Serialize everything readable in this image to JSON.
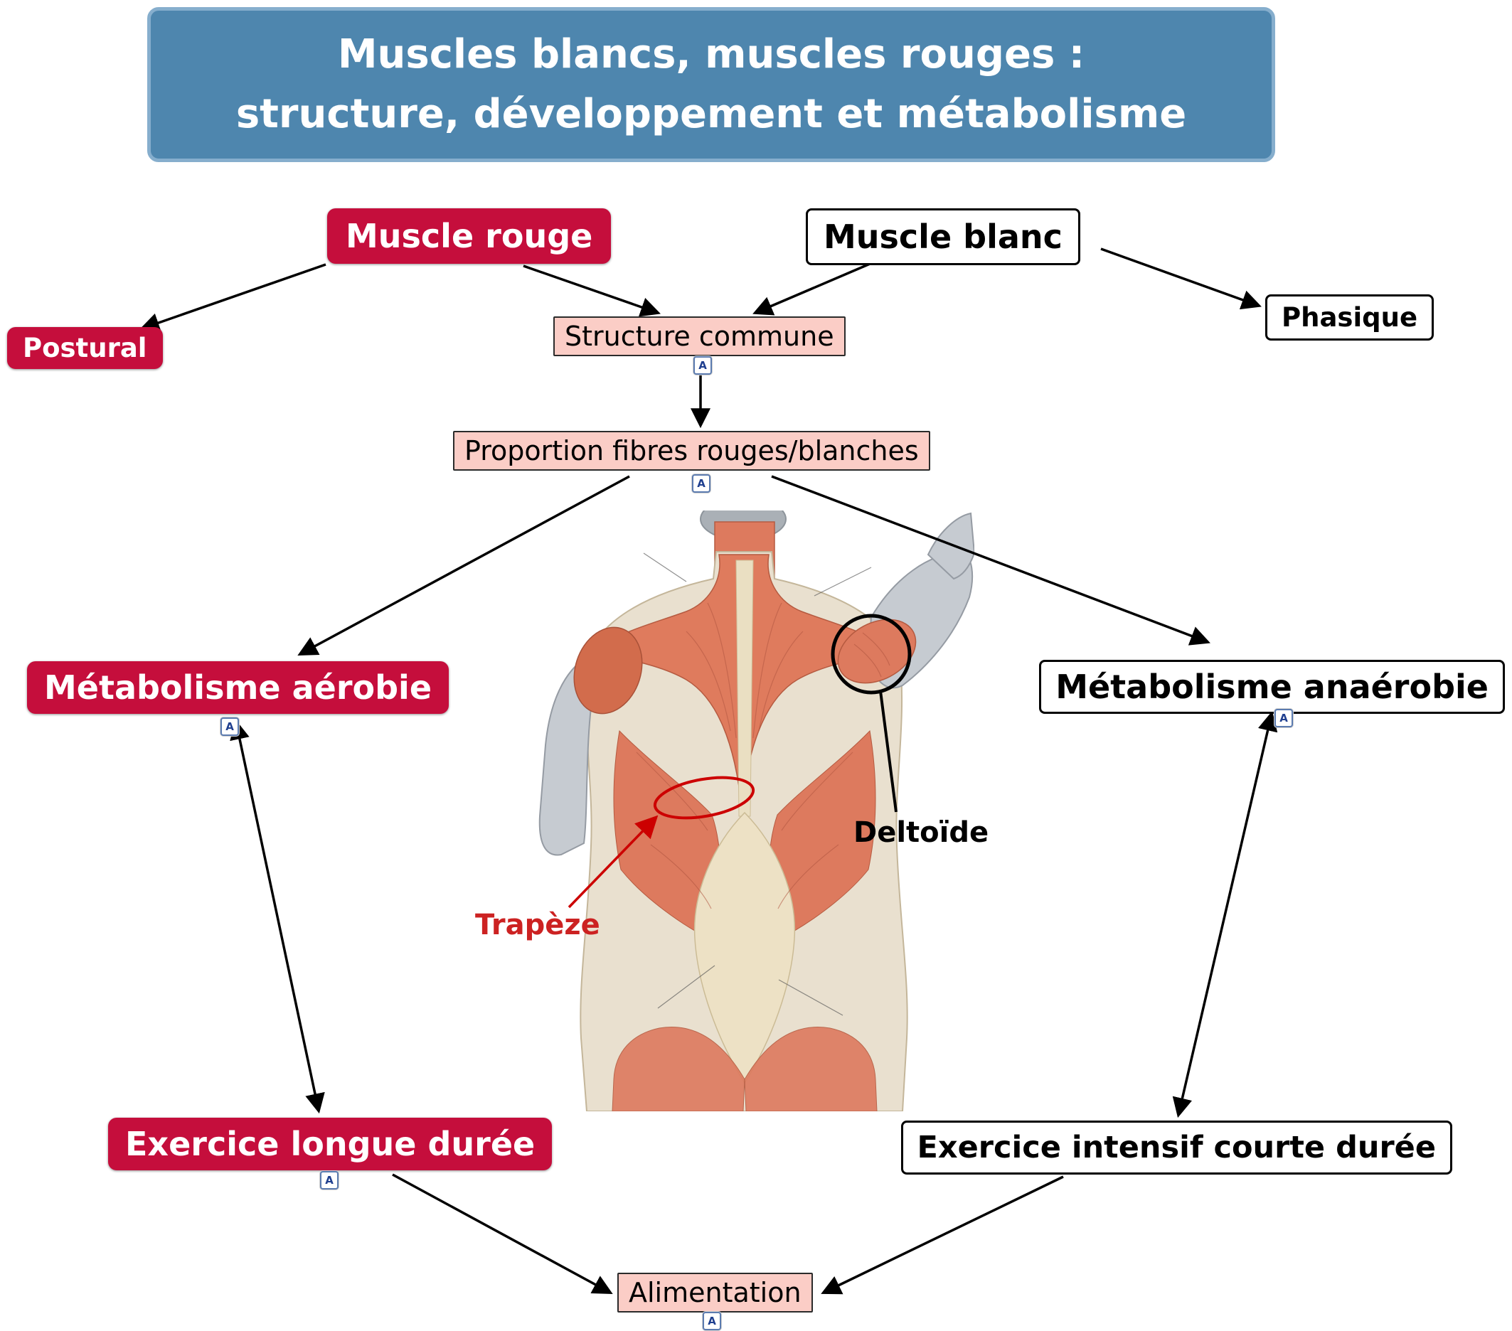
{
  "title": {
    "line1": "Muscles blancs, muscles rouges :",
    "line2": "structure, développement et métabolisme"
  },
  "nodes": {
    "muscle_rouge": {
      "label": "Muscle rouge"
    },
    "muscle_blanc": {
      "label": "Muscle blanc"
    },
    "postural": {
      "label": "Postural"
    },
    "phasique": {
      "label": "Phasique"
    },
    "structure_commune": {
      "label": "Structure commune"
    },
    "proportion_fibres": {
      "label": "Proportion fibres rouges/blanches"
    },
    "metabolisme_aerobie": {
      "label": "Métabolisme aérobie"
    },
    "metabolisme_anaerobie": {
      "label": "Métabolisme anaérobie"
    },
    "exercice_longue_duree": {
      "label": "Exercice longue durée"
    },
    "exercice_intensif_courte_duree": {
      "label": "Exercice intensif courte durée"
    },
    "alimentation": {
      "label": "Alimentation"
    }
  },
  "edges": [
    {
      "from": "muscle_rouge",
      "to": "postural",
      "arrow": "end"
    },
    {
      "from": "muscle_rouge",
      "to": "structure_commune",
      "arrow": "end"
    },
    {
      "from": "muscle_blanc",
      "to": "structure_commune",
      "arrow": "end"
    },
    {
      "from": "muscle_blanc",
      "to": "phasique",
      "arrow": "end"
    },
    {
      "from": "structure_commune",
      "to": "proportion_fibres",
      "arrow": "end"
    },
    {
      "from": "proportion_fibres",
      "to": "metabolisme_aerobie",
      "arrow": "end"
    },
    {
      "from": "proportion_fibres",
      "to": "metabolisme_anaerobie",
      "arrow": "end"
    },
    {
      "from": "metabolisme_aerobie",
      "to": "exercice_longue_duree",
      "arrow": "both"
    },
    {
      "from": "metabolisme_anaerobie",
      "to": "exercice_intensif_courte_duree",
      "arrow": "both"
    },
    {
      "from": "exercice_longue_duree",
      "to": "alimentation",
      "arrow": "end"
    },
    {
      "from": "exercice_intensif_courte_duree",
      "to": "alimentation",
      "arrow": "end"
    }
  ],
  "anatomy": {
    "labels": {
      "deltoide": "Deltoïde",
      "trapeze": "Trapèze"
    }
  },
  "resource_icon": {
    "letter": "A"
  },
  "colors": {
    "title_bg": "#4e86ae",
    "title_border": "#86aecd",
    "red_node": "#c50e3c",
    "pink_node": "#fbcdc6",
    "trapeze_label": "#cc2222"
  }
}
